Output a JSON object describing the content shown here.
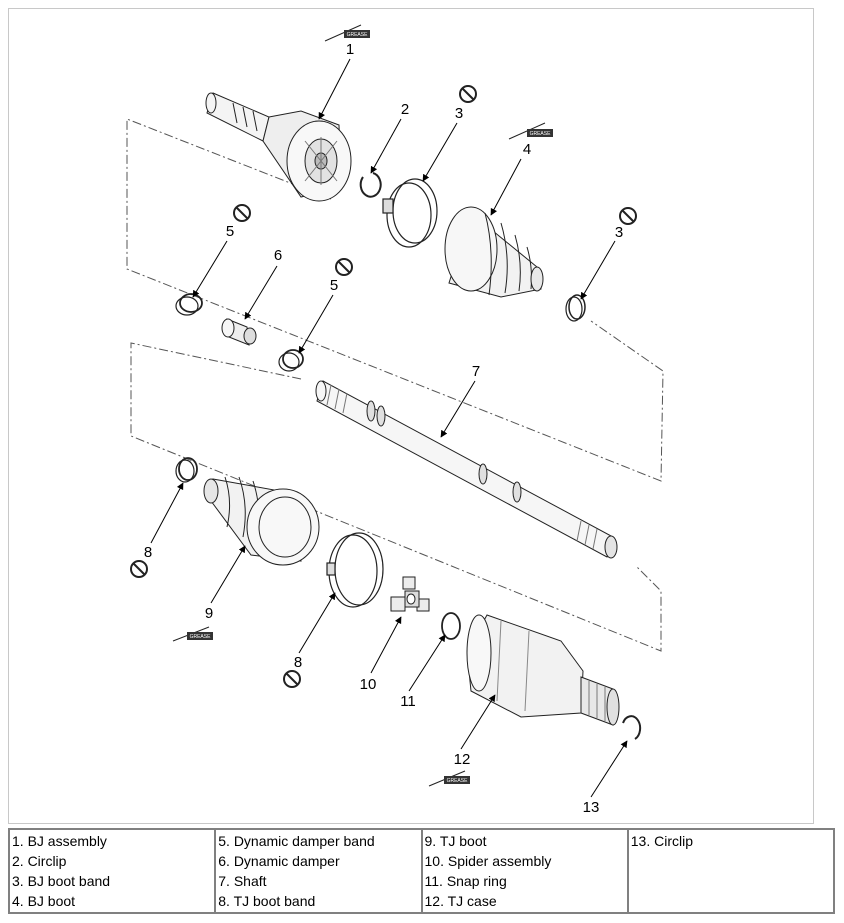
{
  "callouts": {
    "c1": "1",
    "c2": "2",
    "c3a": "3",
    "c3b": "3",
    "c4": "4",
    "c5a": "5",
    "c5b": "5",
    "c6": "6",
    "c7": "7",
    "c8a": "8",
    "c8b": "8",
    "c9": "9",
    "c10": "10",
    "c11": "11",
    "c12": "12",
    "c13": "13"
  },
  "grease_label": "GREASE",
  "legend": {
    "columns": [
      [
        "1. BJ assembly",
        "2. Circlip",
        "3. BJ boot band",
        "4. BJ boot"
      ],
      [
        "5. Dynamic damper band",
        "6. Dynamic damper",
        "7. Shaft",
        "8. TJ boot band"
      ],
      [
        "9. TJ boot",
        "10. Spider assembly",
        "11. Snap ring",
        "12. TJ case"
      ],
      [
        "13. Circlip"
      ]
    ]
  }
}
